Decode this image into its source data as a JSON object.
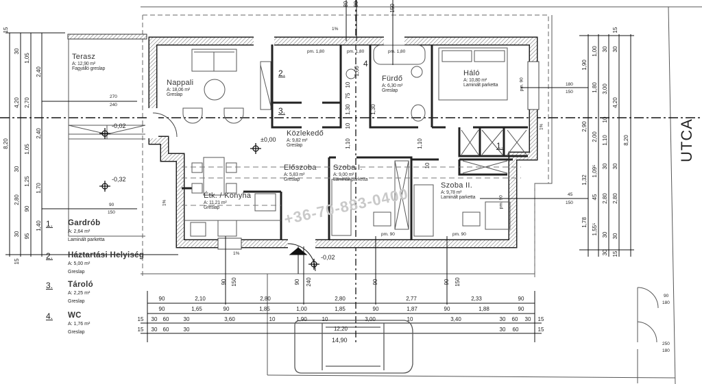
{
  "street_label": "UTCA",
  "watermark": "+36-70-883-0400",
  "rooms": {
    "terasz": {
      "name": "Terasz",
      "area": "A: 12,90 m²",
      "floor": "Fagyálló greslap"
    },
    "nappali": {
      "name": "Nappali",
      "area": "A: 18,06 m²",
      "floor": "Greslap"
    },
    "kozlekedo": {
      "name": "Közlekedő",
      "area": "A: 9,82 m²",
      "floor": "Greslap"
    },
    "eloszoba": {
      "name": "Előszoba",
      "area": "A: 5,83 m²",
      "floor": "Greslap"
    },
    "szoba1": {
      "name": "Szoba I.",
      "area": "A: 9,00 m²",
      "floor": "Laminált parketta"
    },
    "furdo": {
      "name": "Fürdő",
      "area": "A: 6,30 m²",
      "floor": "Greslap"
    },
    "halo": {
      "name": "Háló",
      "area": "A: 10,80 m²",
      "floor": "Laminált parketta"
    },
    "szoba2": {
      "name": "Szoba II.",
      "area": "A: 9,78 m²",
      "floor": "Laminált parketta"
    },
    "konyha": {
      "name": "Étk. / Konyha",
      "area": "A: 11,21 m²",
      "floor": "Greslap"
    }
  },
  "room_numbers": [
    "2.",
    "3.",
    "4",
    "1."
  ],
  "legend": [
    {
      "num": "1.",
      "name": "Gardrób",
      "area": "A: 2,64 m²",
      "floor": "Laminált parketta"
    },
    {
      "num": "2.",
      "name": "Háztartási Helyiség",
      "area": "A: 5,00 m²",
      "floor": "Greslap"
    },
    {
      "num": "3.",
      "name": "Tároló",
      "area": "A: 2,25 m²",
      "floor": "Greslap"
    },
    {
      "num": "4.",
      "name": "WC",
      "area": "A: 1,76 m²",
      "floor": "Greslap"
    }
  ],
  "elevations": [
    "-0,02",
    "-0,32",
    "±0,00",
    "-0,02"
  ],
  "slopes": [
    "1%",
    "1%",
    "1%",
    "1%"
  ],
  "parapets": [
    "pm. 1,80",
    "pm. 1,80",
    "pm. 1,80",
    "pm. 90",
    "pm. 90",
    "pm. 90",
    "pm. 90"
  ],
  "window_notes": {
    "w1": [
      "270",
      "240"
    ],
    "w2": [
      "90",
      "150"
    ],
    "w3": [
      "180",
      "150"
    ],
    "w4": [
      "45",
      "150"
    ],
    "w5": [
      "90",
      "180"
    ],
    "w6": [
      "250",
      "180"
    ]
  },
  "dims": {
    "bottom_row1": [
      "90",
      "2,10",
      "2,80",
      "2,80",
      "2,77",
      "2,33",
      "90"
    ],
    "bottom_row2": [
      "90",
      "1,65",
      "90",
      "1,85",
      "1,00",
      "1,85",
      "90",
      "1,87",
      "90",
      "1,88",
      "90"
    ],
    "bottom_row3": [
      "15",
      "30",
      "60",
      "30",
      "3,60",
      "10",
      "1,90",
      "10",
      "3,00",
      "10",
      "3,40",
      "30",
      "60",
      "30",
      "15"
    ],
    "bottom_row4": [
      "15",
      "30",
      "60",
      "30",
      "12,20",
      "30",
      "60",
      "15"
    ],
    "total_width": "14,90",
    "left_col1": [
      "15",
      "8,20"
    ],
    "left_col2": [
      "30",
      "4,20",
      "30",
      "2,80",
      "30"
    ],
    "left_col3": [
      "1,05",
      "2,70",
      "1,05",
      "1,25",
      "90",
      "95"
    ],
    "left_col4": [
      "2,40",
      "2,40",
      "1,70",
      "1,40"
    ],
    "left_bottom": [
      "15"
    ],
    "right_col1": [
      "1,90",
      "2,90",
      "1,32",
      "1,78"
    ],
    "right_col2": [
      "1,00",
      "1,80",
      "2,00",
      "1,09⁵",
      "45",
      "1,55⁵"
    ],
    "right_col3": [
      "30",
      "3,00",
      "10",
      "1,10",
      "30",
      "2,80",
      "30",
      "30"
    ],
    "right_col4": [
      "15",
      "30",
      "4,20",
      "30",
      "2,80",
      "30",
      "15"
    ],
    "right_col5": [
      "8,20"
    ],
    "interior": [
      "1,60",
      "10",
      "75",
      "1,30",
      "10",
      "1,10",
      "1,10",
      "1,30",
      "10"
    ],
    "door_marks": [
      "90",
      "150",
      "90",
      "240",
      "90",
      "90",
      "150",
      "80",
      "80",
      "150"
    ]
  }
}
